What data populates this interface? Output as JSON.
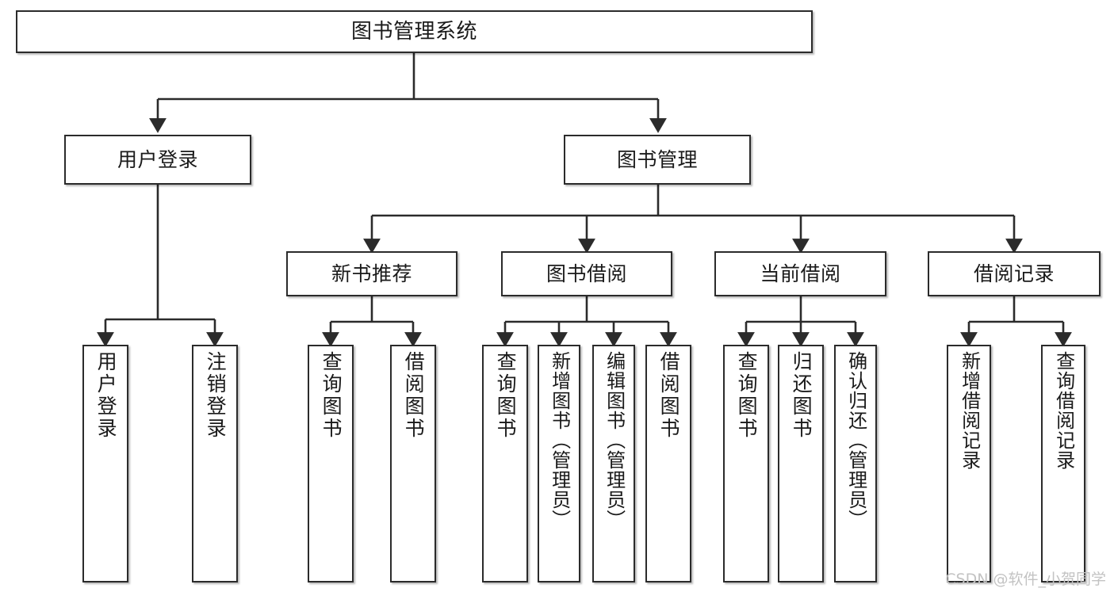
{
  "diagram": {
    "type": "tree-hierarchy",
    "title": "图书管理系统",
    "watermark": "CSDN @软件_小贺同学",
    "colors": {
      "border": "#2b2b2b",
      "fill": "#ffffff",
      "text": "#1a1a1a",
      "edge": "#2b2b2b",
      "watermark": "#c3c3c3"
    }
  },
  "nodes": {
    "root": {
      "label": "图书管理系统"
    },
    "level2": [
      {
        "id": "user-login",
        "label": "用户登录"
      },
      {
        "id": "book-manage",
        "label": "图书管理"
      }
    ],
    "level3": [
      {
        "id": "new-book-recommend",
        "label": "新书推荐"
      },
      {
        "id": "book-borrow",
        "label": "图书借阅"
      },
      {
        "id": "current-borrow",
        "label": "当前借阅"
      },
      {
        "id": "borrow-record",
        "label": "借阅记录"
      }
    ],
    "leaves": {
      "user_login": [
        {
          "id": "leaf-user-login",
          "label": "用户登录"
        },
        {
          "id": "leaf-logout-login",
          "label": "注销登录"
        }
      ],
      "new_book_recommend": [
        {
          "id": "leaf-query-book-1",
          "label": "查询图书"
        },
        {
          "id": "leaf-borrow-book-1",
          "label": "借阅图书"
        }
      ],
      "book_borrow": [
        {
          "id": "leaf-query-book-2",
          "label": "查询图书"
        },
        {
          "id": "leaf-add-book-admin",
          "label": "新增图书（管理员）"
        },
        {
          "id": "leaf-edit-book-admin",
          "label": "编辑图书（管理员）"
        },
        {
          "id": "leaf-borrow-book-2",
          "label": "借阅图书"
        }
      ],
      "current_borrow": [
        {
          "id": "leaf-query-book-3",
          "label": "查询图书"
        },
        {
          "id": "leaf-return-book",
          "label": "归还图书"
        },
        {
          "id": "leaf-confirm-return-admin",
          "label": "确认归还（管理员）"
        }
      ],
      "borrow_record": [
        {
          "id": "leaf-add-borrow-record",
          "label": "新增借阅记录"
        },
        {
          "id": "leaf-query-borrow-record",
          "label": "查询借阅记录"
        }
      ]
    }
  }
}
